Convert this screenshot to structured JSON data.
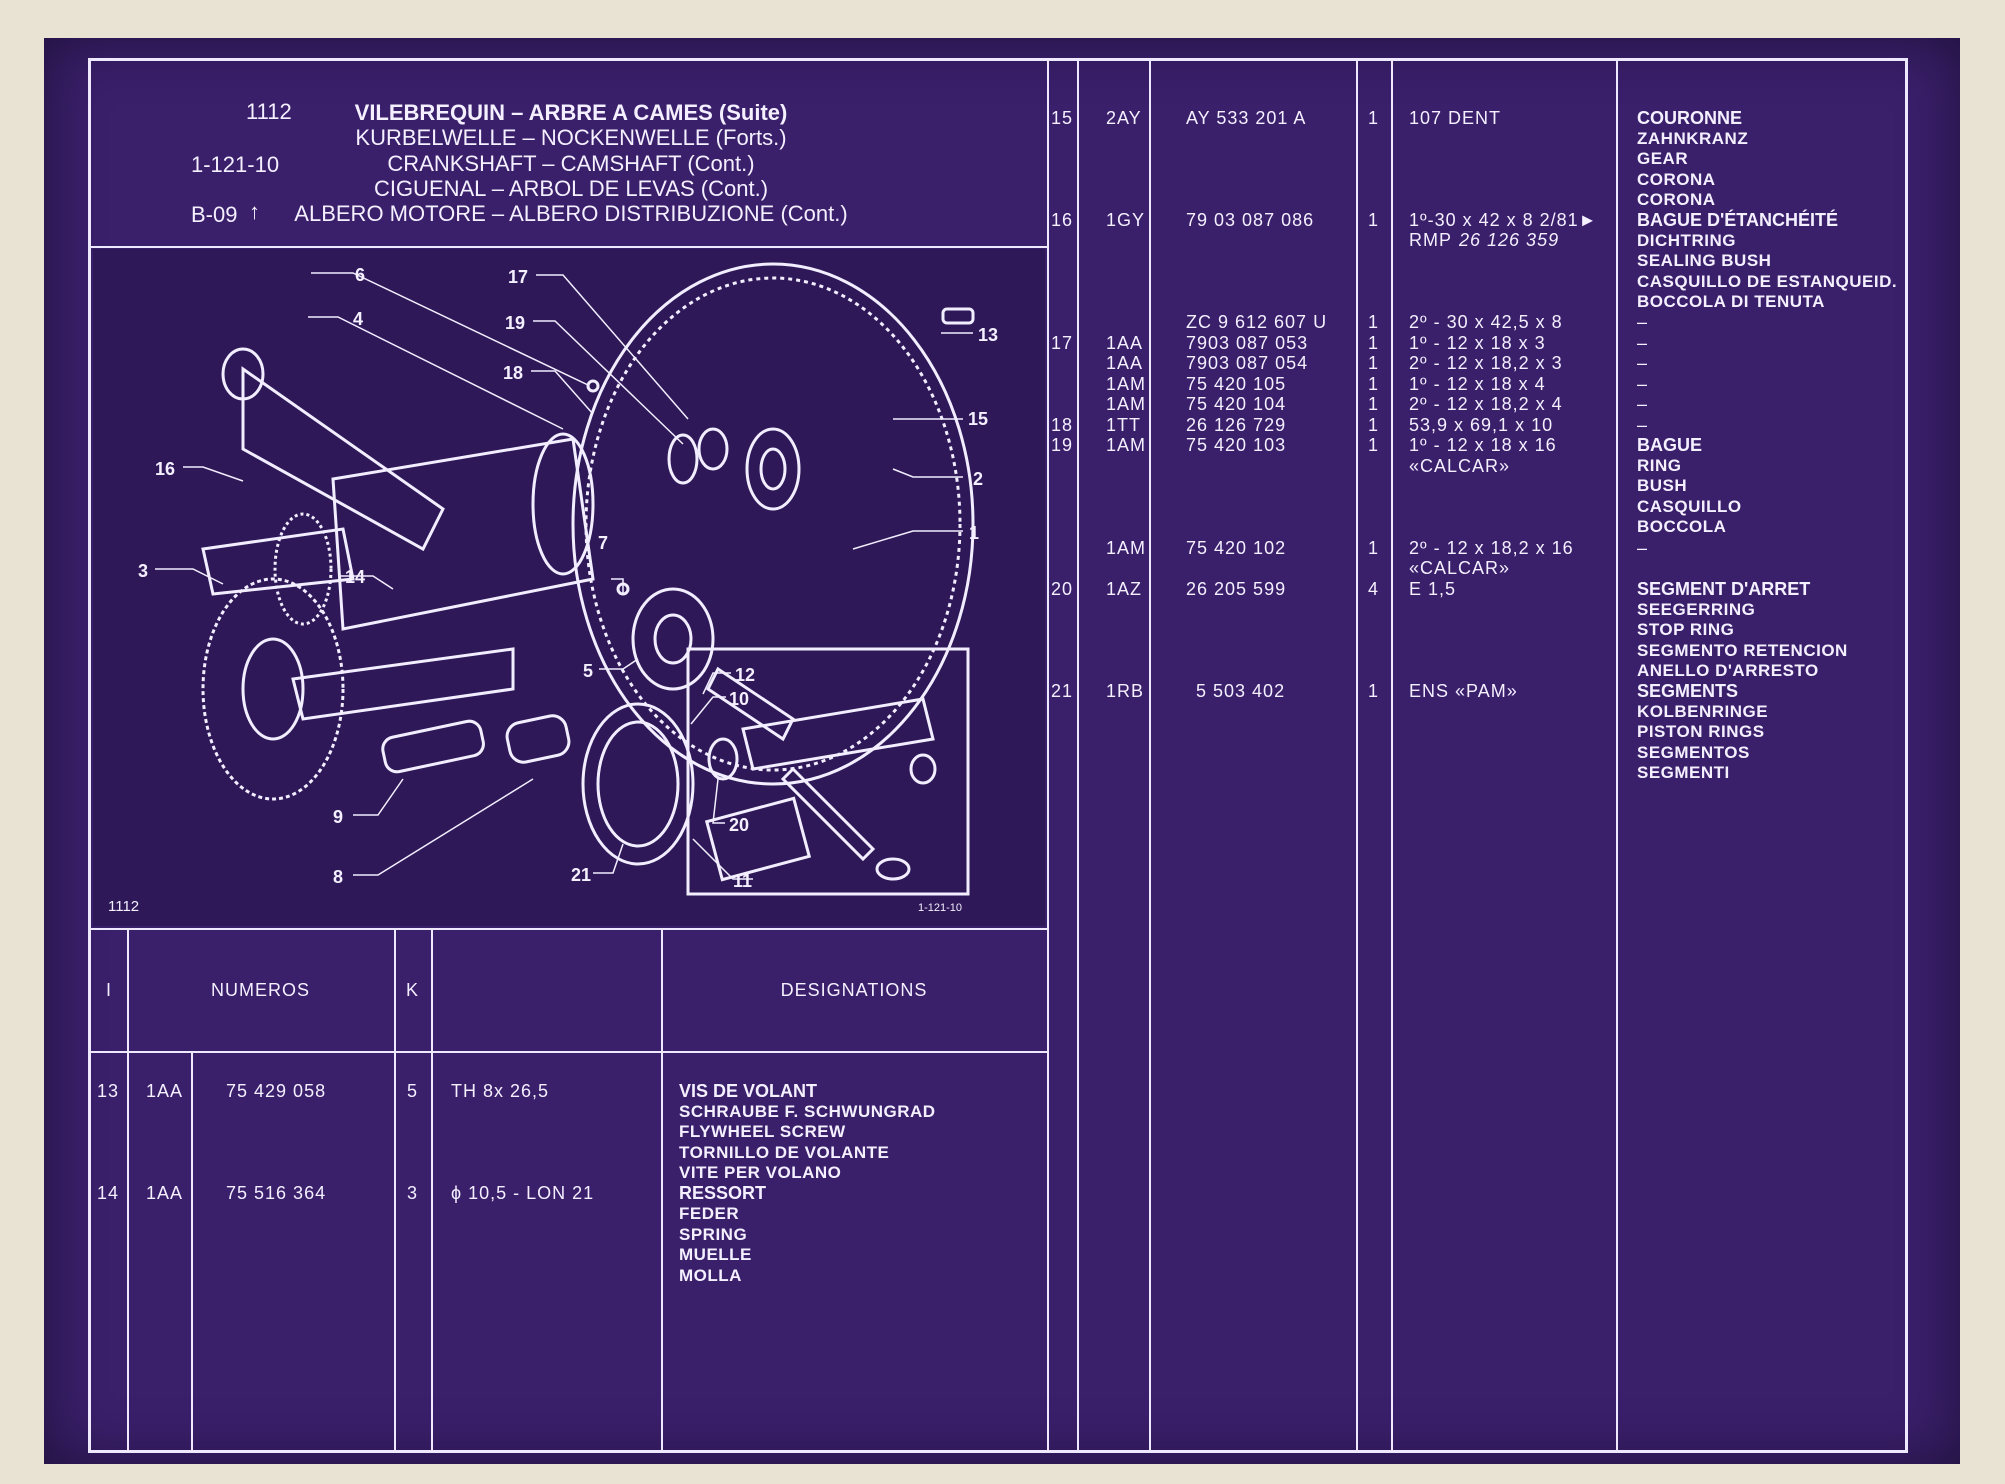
{
  "header": {
    "code": "1112",
    "ref": "1-121-10",
    "cont": "B-09",
    "arrow": "↑",
    "titles": [
      "VILEBREQUIN – ARBRE A CAMES (Suite)",
      "KURBELWELLE – NOCKENWELLE (Forts.)",
      "CRANKSHAFT – CAMSHAFT (Cont.)",
      "CIGUENAL – ARBOL DE LEVAS (Cont.)",
      "ALBERO MOTORE – ALBERO DISTRIBUZIONE (Cont.)"
    ]
  },
  "diagram": {
    "caption_left": "1112",
    "caption_right": "1-121-10",
    "callouts": [
      "1",
      "2",
      "3",
      "4",
      "5",
      "6",
      "7",
      "8",
      "9",
      "10",
      "11",
      "12",
      "13",
      "14",
      "15",
      "16",
      "17",
      "18",
      "19",
      "20",
      "21"
    ]
  },
  "table_header": {
    "col_i": "I",
    "col_num": "NUMEROS",
    "col_k": "K",
    "col_desig": "DESIGNATIONS"
  },
  "left_rows": [
    {
      "i": "13",
      "code": "1AA",
      "num": "75 429 058",
      "k": "5",
      "spec": "TH 8x 26,5",
      "names": [
        "VIS DE VOLANT",
        "SCHRAUBE F. SCHWUNGRAD",
        "FLYWHEEL SCREW",
        "TORNILLO DE VOLANTE",
        "VITE PER VOLANO"
      ]
    },
    {
      "i": "14",
      "code": "1AA",
      "num": "75 516 364",
      "k": "3",
      "spec": "ϕ 10,5 - LON 21",
      "names": [
        "RESSORT",
        "FEDER",
        "SPRING",
        "MUELLE",
        "MOLLA"
      ]
    }
  ],
  "right_rows": {
    "r15": {
      "i": "15",
      "code": "2AY",
      "num": "AY 533 201 A",
      "k": "1",
      "spec": "107 DENT",
      "names": [
        "COURONNE",
        "ZAHNKRANZ",
        "GEAR",
        "CORONA",
        "CORONA"
      ]
    },
    "r16": {
      "i": "16",
      "code": "1GY",
      "num": "79 03 087 086",
      "k": "1",
      "spec": "1º-30 x 42 x 8  2/81►",
      "spec2": "RMP",
      "spec2_it": "26 126 359",
      "names": [
        "BAGUE D'ÉTANCHÉITÉ",
        "DICHTRING",
        "SEALING BUSH",
        "CASQUILLO DE ESTANQUEID.",
        "BOCCOLA DI TENUTA"
      ]
    },
    "r16b": {
      "num": "ZC 9 612 607 U",
      "k": "1",
      "spec": "2º - 30 x 42,5 x 8",
      "dash": "–"
    },
    "r17": [
      {
        "i": "17",
        "code": "1AA",
        "num": "7903 087 053",
        "k": "1",
        "spec": "1º - 12 x 18 x 3",
        "dash": "–"
      },
      {
        "code": "1AA",
        "num": "7903 087 054",
        "k": "1",
        "spec": "2º - 12 x 18,2 x 3",
        "dash": "–"
      },
      {
        "code": "1AM",
        "num": "75 420 105",
        "k": "1",
        "spec": "1º - 12 x 18 x 4",
        "dash": "–"
      },
      {
        "code": "1AM",
        "num": "75 420 104",
        "k": "1",
        "spec": "2º - 12 x 18,2 x 4",
        "dash": "–"
      }
    ],
    "r18": {
      "i": "18",
      "code": "1TT",
      "num": "26 126 729",
      "k": "1",
      "spec": "53,9 x 69,1 x 10",
      "dash": "–"
    },
    "r19": {
      "i": "19",
      "code": "1AM",
      "num": "75 420 103",
      "k": "1",
      "spec": "1º - 12 x 18 x 16",
      "spec2": "«CALCAR»",
      "names": [
        "BAGUE",
        "RING",
        "BUSH",
        "CASQUILLO",
        "BOCCOLA"
      ]
    },
    "r19b": {
      "code": "1AM",
      "num": "75 420 102",
      "k": "1",
      "spec": "2º - 12 x 18,2 x 16",
      "spec2": "«CALCAR»",
      "dash": "–"
    },
    "r20": {
      "i": "20",
      "code": "1AZ",
      "num": "26 205 599",
      "k": "4",
      "spec": "E 1,5",
      "names": [
        "SEGMENT D'ARRET",
        "SEEGERRING",
        "STOP RING",
        "SEGMENTO RETENCION",
        "ANELLO D'ARRESTO"
      ]
    },
    "r21": {
      "i": "21",
      "code": "1RB",
      "num": "5 503 402",
      "k": "1",
      "spec": "ENS «PAM»",
      "names": [
        "SEGMENTS",
        "KOLBENRINGE",
        "PISTON RINGS",
        "SEGMENTOS",
        "SEGMENTI"
      ]
    }
  }
}
